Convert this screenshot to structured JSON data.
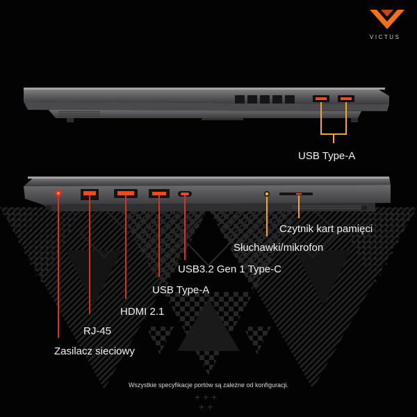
{
  "brand": {
    "name": "VICTUS",
    "logo": "victus-chevron-logo",
    "accent_color": "#f2711c"
  },
  "colors": {
    "port_highlight": "#f04a1c",
    "callout_line": "#f5a623",
    "laptop_body": "#5a5a5c"
  },
  "views": {
    "top": {
      "ports": [
        {
          "id": "usb-a-1",
          "label": "USB Type-A"
        },
        {
          "id": "usb-a-2",
          "label": "USB Type-A"
        }
      ],
      "callout_label": "USB Type-A"
    },
    "bottom": {
      "ports": [
        {
          "id": "power",
          "label": "Zasilacz sieciowy"
        },
        {
          "id": "rj45",
          "label": "RJ-45"
        },
        {
          "id": "hdmi",
          "label": "HDMI 2.1"
        },
        {
          "id": "usb-a",
          "label": "USB Type-A"
        },
        {
          "id": "usb-c",
          "label": "USB3.2 Gen 1 Type-C"
        },
        {
          "id": "audio",
          "label": "Słuchawki/mikrofon"
        },
        {
          "id": "sd",
          "label": "Czytnik kart pamięci"
        }
      ]
    }
  },
  "footnote": "Wszystkie specyfikacje portów są zależne od konfiguracji."
}
